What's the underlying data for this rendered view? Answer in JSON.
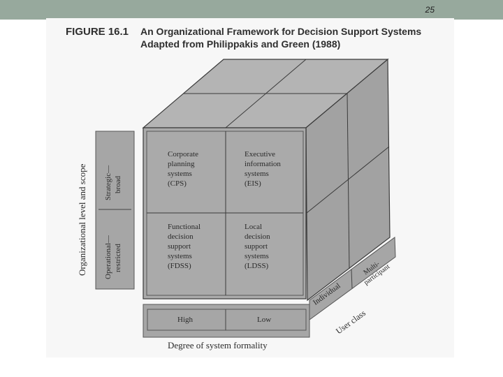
{
  "slide": {
    "number": "25"
  },
  "figure": {
    "label": "FIGURE 16.1",
    "title_line1": "An Organizational Framework for Decision Support Systems",
    "title_line2": "Adapted from Philippakis and Green (1988)"
  },
  "axes": {
    "vertical": "Organizational level and scope",
    "vertical_top": [
      "Strategic—",
      "broad"
    ],
    "vertical_bottom": [
      "Operational—",
      "restricted"
    ],
    "horizontal": "Degree of system formality",
    "formality_high": "High",
    "formality_low": "Low",
    "user_class": "User class",
    "user_individual": "Individual",
    "user_multi": [
      "Multi-",
      "participant"
    ]
  },
  "cells": {
    "top_left": [
      "Corporate",
      "planning",
      "systems",
      "(CPS)"
    ],
    "top_right": [
      "Executive",
      "information",
      "systems",
      "(EIS)"
    ],
    "bottom_left": [
      "Functional",
      "decision",
      "support",
      "systems",
      "(FDSS)"
    ],
    "bottom_right": [
      "Local",
      "decision",
      "support",
      "systems",
      "(LDSS)"
    ]
  },
  "colors": {
    "front": "#aaaaaa",
    "top": "#b4b4b4",
    "side": "#a2a2a2",
    "bar": "#a6a6a6",
    "line": "#3a3a3a",
    "topbar": "#97a99d"
  }
}
